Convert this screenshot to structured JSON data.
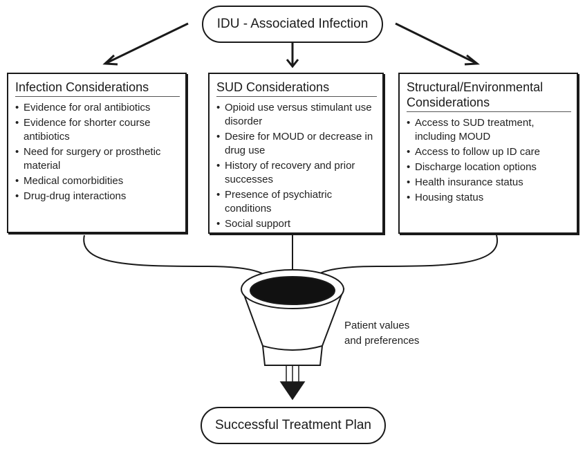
{
  "top_node": {
    "label": "IDU - Associated Infection"
  },
  "columns": [
    {
      "title_lines": [
        "Infection Considerations"
      ],
      "items": [
        "Evidence for oral antibiotics",
        "Evidence for shorter course antibiotics",
        "Need for surgery or prosthetic material",
        "Medical comorbidities",
        "Drug-drug interactions"
      ]
    },
    {
      "title_lines": [
        "SUD Considerations"
      ],
      "items": [
        "Opioid use versus stimulant use disorder",
        "Desire for MOUD or decrease in drug use",
        "History of recovery and prior successes",
        "Presence of psychiatric conditions",
        "Social support"
      ]
    },
    {
      "title_lines": [
        "Structural/Environmental",
        "Considerations"
      ],
      "items": [
        "Access to SUD treatment, including MOUD",
        "Access to follow up ID care",
        "Discharge location options",
        "Health insurance status",
        "Housing status"
      ]
    }
  ],
  "funnel_note": {
    "line1": "Patient values",
    "line2": "and preferences"
  },
  "bottom_node": {
    "label": "Successful Treatment Plan"
  }
}
